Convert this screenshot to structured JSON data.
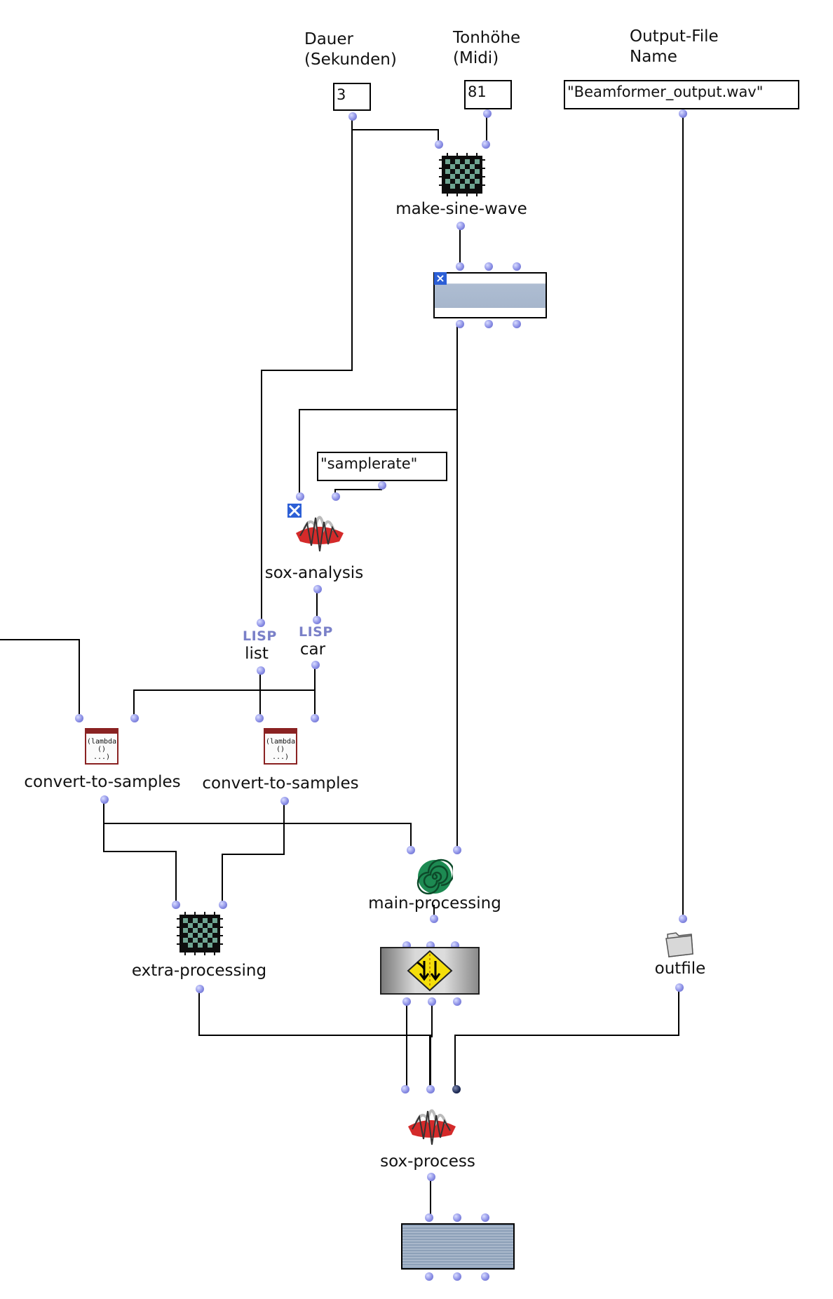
{
  "inputs": {
    "duration": {
      "label": "Dauer\n(Sekunden)",
      "value": "3"
    },
    "pitch": {
      "label": "Tonhöhe\n(Midi)",
      "value": "81"
    },
    "output_file": {
      "label": "Output-File\nName",
      "value": "\"Beamformer_output.wav\""
    },
    "samplerate": {
      "value": "\"samplerate\""
    }
  },
  "boxes": {
    "make_sine_wave": "make-sine-wave",
    "sox_analysis": "sox-analysis",
    "lisp_list": "list",
    "lisp_car": "car",
    "convert_a": "convert-to-samples",
    "convert_b": "convert-to-samples",
    "main_processing": "main-processing",
    "extra_processing": "extra-processing",
    "outfile": "outfile",
    "sox_process": "sox-process"
  },
  "lisp_tag": "LISP",
  "lambda_text": "(lambda\n()\n...)",
  "colors": {
    "inlet": "#8b8fe6",
    "wire": "#000000",
    "sound_band": "#aebdd2"
  }
}
